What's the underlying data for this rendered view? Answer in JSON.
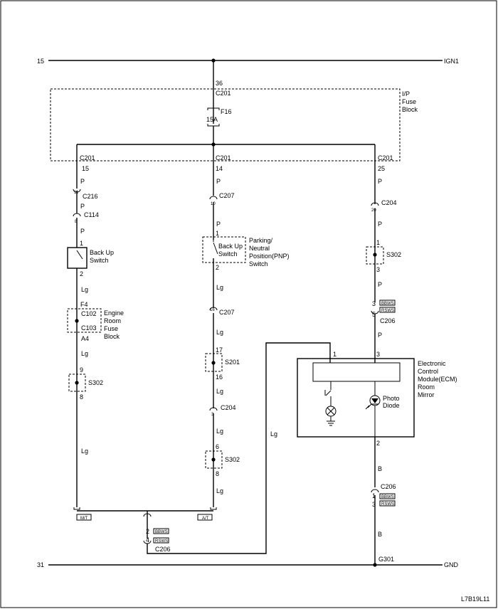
{
  "power": {
    "left_label": "15",
    "right_label": "IGN1"
  },
  "ground": {
    "left_label": "31",
    "right_label": "GND",
    "ground_point": "G301"
  },
  "fuse_block": {
    "label_lines": [
      "I/P",
      "Fuse",
      "Block"
    ],
    "input_pin": "36",
    "input_connector": "C201",
    "fuse_name": "F16",
    "fuse_rating": "15A",
    "outputs": [
      {
        "connector": "C201",
        "pin": "15"
      },
      {
        "connector": "C201",
        "pin": "14"
      },
      {
        "connector": "C201",
        "pin": "25"
      }
    ]
  },
  "left_branch": {
    "wire_colors": [
      "P",
      "P",
      "P",
      "Lg",
      "Lg",
      "Lg",
      "Lg"
    ],
    "c216": {
      "pin": "11",
      "name": "C216"
    },
    "c114": {
      "pin": "8",
      "name": "C114"
    },
    "switch": {
      "pin_in": "1",
      "pin_out": "2",
      "label_lines": [
        "Back Up",
        "Switch"
      ]
    },
    "engine_fuse": {
      "top_pin": "F4",
      "top_conn": "C102",
      "bottom_conn": "C103",
      "bottom_pin": "A4",
      "label_lines": [
        "Engine",
        "Room",
        "Fuse",
        "Block"
      ]
    },
    "splice": {
      "top_pin": "9",
      "name": "S302",
      "bottom_pin": "8"
    },
    "tag": "M/T"
  },
  "middle_branch": {
    "wire_colors": [
      "P",
      "P",
      "Lg",
      "Lg",
      "Lg",
      "Lg",
      "Lg"
    ],
    "c207_top": {
      "pin": "10",
      "name": "C207"
    },
    "switch": {
      "pin_in": "1",
      "pin_out": "2",
      "inner_lines": [
        "Back Up",
        "Switch"
      ],
      "label_lines": [
        "Parking/",
        "Neutral",
        "Position(PNP)",
        "Switch"
      ]
    },
    "c207_bottom": {
      "pin": "16",
      "name": "C207"
    },
    "s201": {
      "top_pin": "17",
      "name": "S201",
      "bottom_pin": "16"
    },
    "c204": {
      "pin": "3",
      "name": "C204"
    },
    "s302": {
      "top_pin": "6",
      "name": "S302",
      "bottom_pin": "8"
    },
    "tag": "A/T"
  },
  "right_branch": {
    "wire_colors": [
      "P",
      "P",
      "P",
      "P",
      "B",
      "B"
    ],
    "c204": {
      "pin": "20",
      "name": "C204"
    },
    "s302": {
      "top_pin": "1",
      "name": "S302",
      "bottom_pin": "3"
    },
    "c206_top": {
      "pin": "3",
      "second_pin": "5",
      "name": "C206",
      "tags": [
        "BBWS",
        "RSWS"
      ]
    },
    "ecm": {
      "label_lines": [
        "Electronic",
        "Control",
        "Module(ECM)",
        "Room",
        "Mirror"
      ],
      "pin_left": "1",
      "pin_right": "3",
      "pin_bottom": "2",
      "photo_label_lines": [
        "Photo",
        "Diode"
      ]
    },
    "c206_bottom": {
      "name": "C206",
      "pins": [
        "1",
        "3"
      ],
      "tags": [
        "BBWS",
        "RSWS"
      ]
    }
  },
  "return_path": {
    "wire_color": "Lg",
    "c206": {
      "pins": [
        "2",
        "4"
      ],
      "name": "C206",
      "tags": [
        "BBWS",
        "RSWS"
      ]
    }
  },
  "diagram_id": "L7B19L11"
}
